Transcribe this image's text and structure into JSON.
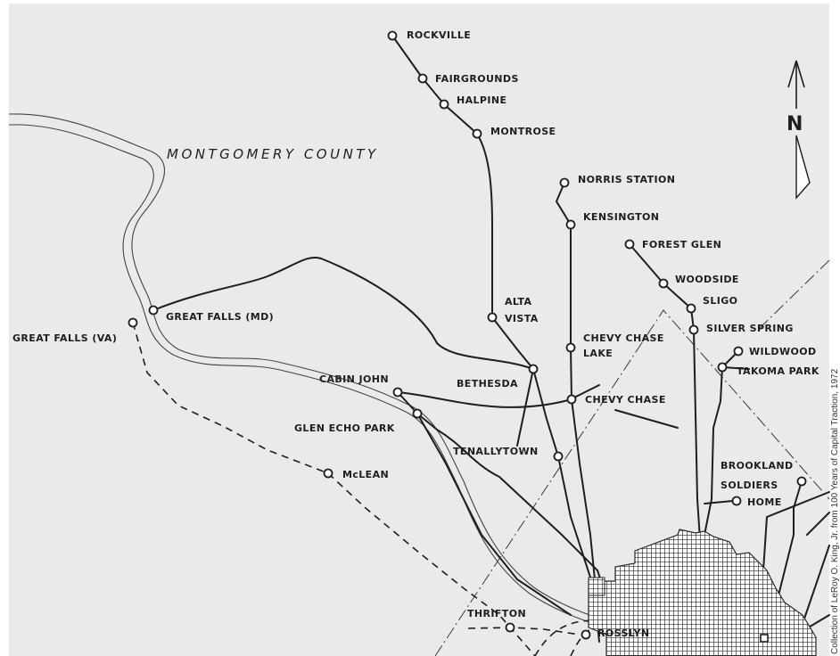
{
  "map": {
    "county_label": "MONTGOMERY COUNTY",
    "north_label": "N",
    "credit": "Collection of LeRoy O. King, Jr. from 100 Years of Capital Traction, 1972",
    "stations": [
      {
        "id": "rockville",
        "label": "ROCKVILLE"
      },
      {
        "id": "fairgrounds",
        "label": "FAIRGROUNDS"
      },
      {
        "id": "halpine",
        "label": "HALPINE"
      },
      {
        "id": "montrose",
        "label": "MONTROSE"
      },
      {
        "id": "norris-station",
        "label": "NORRIS STATION"
      },
      {
        "id": "kensington",
        "label": "KENSINGTON"
      },
      {
        "id": "forest-glen",
        "label": "FOREST GLEN"
      },
      {
        "id": "woodside",
        "label": "WOODSIDE"
      },
      {
        "id": "sligo",
        "label": "SLIGO"
      },
      {
        "id": "silver-spring",
        "label": "SILVER SPRING"
      },
      {
        "id": "wildwood",
        "label": "WILDWOOD"
      },
      {
        "id": "takoma-park",
        "label": "TAKOMA PARK"
      },
      {
        "id": "alta-vista-1",
        "label": "ALTA"
      },
      {
        "id": "alta-vista-2",
        "label": "VISTA"
      },
      {
        "id": "chevy-chase-lake-1",
        "label": "CHEVY CHASE"
      },
      {
        "id": "chevy-chase-lake-2",
        "label": "LAKE"
      },
      {
        "id": "great-falls-md",
        "label": "GREAT FALLS (MD)"
      },
      {
        "id": "great-falls-va",
        "label": "GREAT FALLS (VA)"
      },
      {
        "id": "cabin-john",
        "label": "CABIN JOHN"
      },
      {
        "id": "bethesda",
        "label": "BETHESDA"
      },
      {
        "id": "chevy-chase",
        "label": "CHEVY CHASE"
      },
      {
        "id": "glen-echo-park",
        "label": "GLEN ECHO PARK"
      },
      {
        "id": "tenallytown",
        "label": "TENALLYTOWN"
      },
      {
        "id": "mclean",
        "label": "McLEAN"
      },
      {
        "id": "brookland",
        "label": "BROOKLAND"
      },
      {
        "id": "soldiers-home-1",
        "label": "SOLDIERS"
      },
      {
        "id": "soldiers-home-2",
        "label": "HOME"
      },
      {
        "id": "thrifton",
        "label": "THRIFTON"
      },
      {
        "id": "rosslyn",
        "label": "ROSSLYN"
      }
    ]
  }
}
